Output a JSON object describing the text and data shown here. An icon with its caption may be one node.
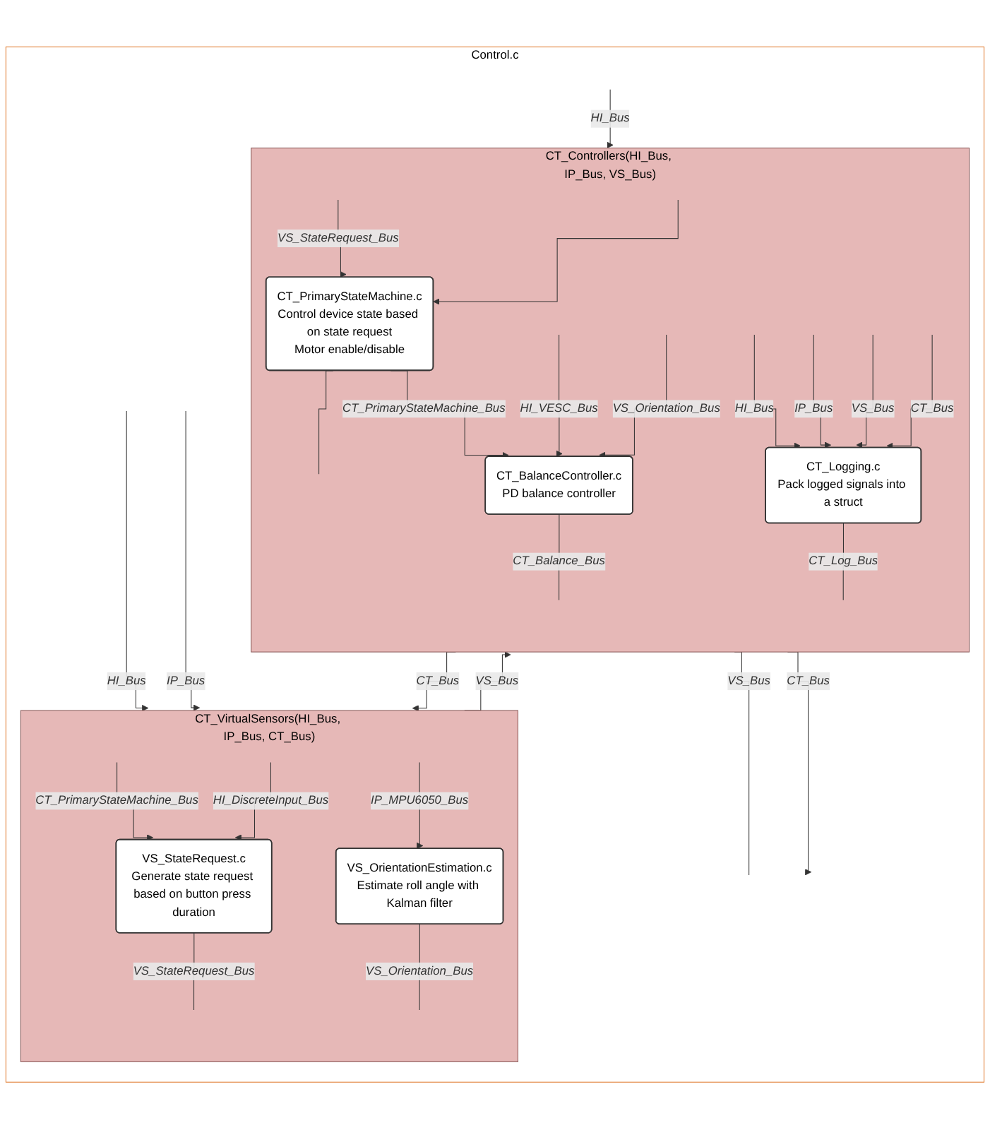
{
  "diagram": {
    "nodes": [
      {
        "text": [
          "Control.c"
        ]
      },
      {
        "text": [
          "CT_VirtualSensors(HI_Bus, IP_Bus, CT_Bus)"
        ],
        "in": 0
      },
      {
        "text": [
          "VS_StateRequest.c",
          "Generate state request based on button press duration"
        ],
        "in": 1
      },
      {
        "text": [
          "VS_OrientationEstimation.c",
          "Estimate roll angle with Kalman filter"
        ],
        "in": 1
      },
      {
        "text": [
          "CT_Controllers(HI_Bus, IP_Bus, VS_Bus)"
        ],
        "in": 0
      },
      {
        "text": [
          "CT_PrimaryStateMachine.c",
          "Control device state based on state request",
          "Motor enable/disable"
        ],
        "in": 4
      },
      {
        "text": [
          "CT_BalanceController.c",
          "PD balance controller"
        ],
        "in": 4
      },
      {
        "text": [
          "CT_Logging.c",
          "Pack logged signals into a struct"
        ],
        "in": 4
      }
    ],
    "edges": [
      {
        "from": null,
        "to": 1,
        "label": "HI_Bus",
        "arrow": "to"
      },
      {
        "from": null,
        "to": 1,
        "label": "IP_Bus",
        "arrow": "to"
      },
      {
        "from": null,
        "to": 2,
        "label": "CT_PrimaryStateMachine_Bus",
        "arrow": "to"
      },
      {
        "from": null,
        "to": 2,
        "label": "HI_DiscreteInput_Bus",
        "arrow": "to"
      },
      {
        "from": null,
        "to": 3,
        "label": "IP_MPU6050_Bus",
        "arrow": "to"
      },
      {
        "from": 2,
        "to": null,
        "label": "VS_StateRequest_Bus",
        "arrow": "none"
      },
      {
        "from": 3,
        "to": null,
        "label": "VS_Orientation_Bus",
        "arrow": "none"
      },
      {
        "from": 1,
        "to": 4,
        "label": "VS_Bus",
        "arrow": "to"
      },
      {
        "from": null,
        "to": 4,
        "label": "HI_Bus",
        "arrow": "to"
      },
      {
        "from": null,
        "to": 6,
        "label": "HI_VESC_Bus",
        "arrow": "to"
      },
      {
        "from": null,
        "to": 5,
        "label": "VS_StateRequest_Bus",
        "arrow": "to"
      },
      {
        "from": null,
        "to": 5,
        "arrow": "to"
      },
      {
        "from": null,
        "to": 6,
        "label": "VS_Orientation_Bus",
        "arrow": "to"
      },
      {
        "from": 5,
        "to": 6,
        "label": "CT_PrimaryStateMachine_Bus",
        "arrow": "to"
      },
      {
        "from": null,
        "to": 7,
        "label": "HI_Bus",
        "arrow": "to"
      },
      {
        "from": null,
        "to": 7,
        "label": "IP_Bus",
        "arrow": "to"
      },
      {
        "from": null,
        "to": 7,
        "label": "VS_Bus",
        "arrow": "to"
      },
      {
        "from": null,
        "to": 7,
        "label": "CT_Bus",
        "arrow": "to"
      },
      {
        "from": 6,
        "to": null,
        "label": "CT_Balance_Bus",
        "arrow": "none"
      },
      {
        "from": 7,
        "to": null,
        "label": "CT_Log_Bus",
        "arrow": "none"
      },
      {
        "from": 5,
        "to": null,
        "arrow": "none"
      },
      {
        "from": 4,
        "to": null,
        "label": "VS_Bus",
        "arrow": "none"
      },
      {
        "from": 4,
        "to": null,
        "label": "CT_Bus",
        "arrow": "to"
      },
      {
        "from": 4,
        "to": 1,
        "label": "CT_Bus",
        "arrow": "to"
      }
    ]
  }
}
